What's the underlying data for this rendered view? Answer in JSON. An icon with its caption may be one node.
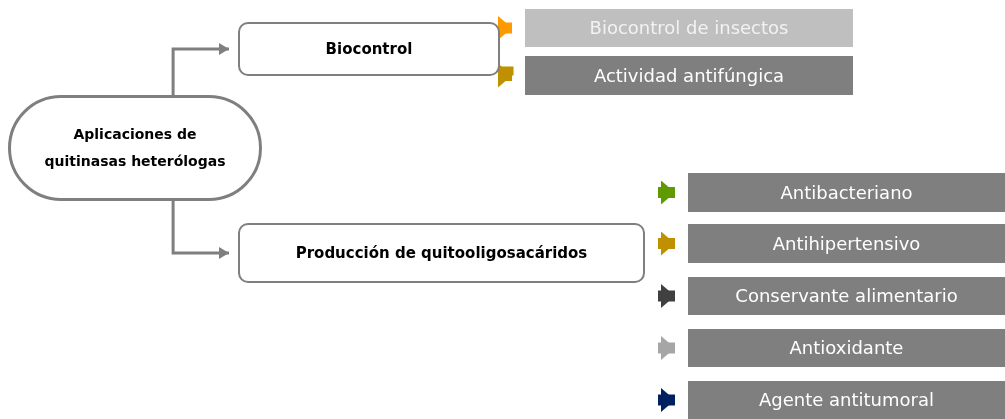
{
  "diagram": {
    "nodes": [
      {
        "text": [
          "Aplicaciones de quitinasas heterólogas"
        ]
      },
      {
        "text": [
          "Biocontrol"
        ]
      },
      {
        "text": [
          "Producción de quitooligosacáridos"
        ]
      },
      {
        "text": [
          "Biocontrol de insectos"
        ]
      },
      {
        "text": [
          "Actividad antifúngica"
        ]
      },
      {
        "text": [
          "Antibacteriano"
        ]
      },
      {
        "text": [
          "Antihipertensivo"
        ]
      },
      {
        "text": [
          "Conservante alimentario"
        ]
      },
      {
        "text": [
          "Antioxidante"
        ]
      },
      {
        "text": [
          "Agente antitumoral"
        ]
      }
    ],
    "edges": [
      {
        "from": 0,
        "to": 1,
        "arrow": "to"
      },
      {
        "from": 0,
        "to": 2,
        "arrow": "to"
      },
      {
        "from": 1,
        "to": 3,
        "arrow": "to",
        "color": "#ff9900"
      },
      {
        "from": 1,
        "to": 4,
        "arrow": "to",
        "color": "#bf9000"
      },
      {
        "from": null,
        "to": 5,
        "arrow": "to",
        "color": "#5f9a00"
      },
      {
        "from": null,
        "to": 6,
        "arrow": "to",
        "color": "#bf9000"
      },
      {
        "from": null,
        "to": 7,
        "arrow": "to",
        "color": "#404040"
      },
      {
        "from": null,
        "to": 8,
        "arrow": "to",
        "color": "#a6a6a6"
      },
      {
        "from": null,
        "to": 9,
        "arrow": "to",
        "color": "#002060"
      }
    ]
  }
}
